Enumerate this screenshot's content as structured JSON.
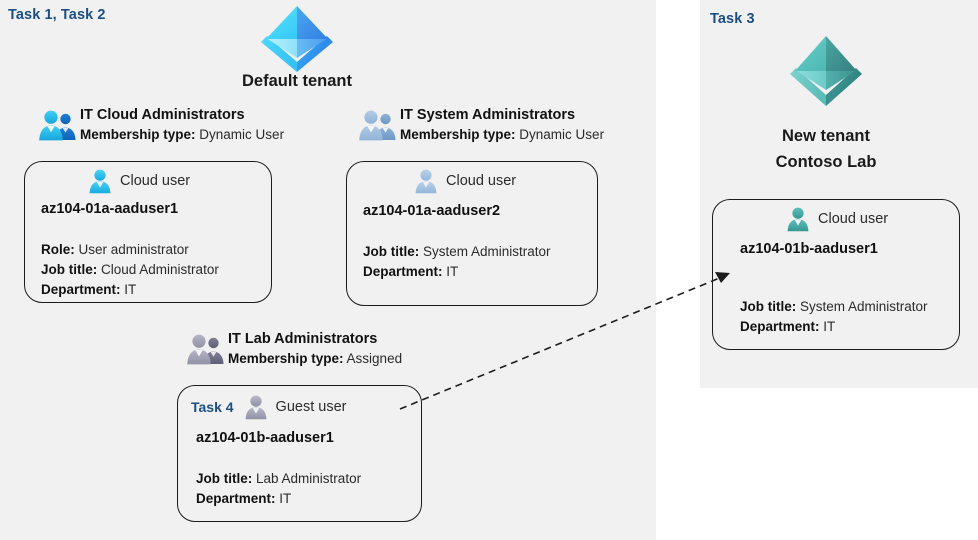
{
  "panels": {
    "left": {
      "task_label": "Task 1, Task 2"
    },
    "right": {
      "task_label": "Task 3"
    }
  },
  "tenants": [
    {
      "icon": "azure-tenant-icon",
      "title": "Default tenant",
      "accent": "#32b6f0"
    },
    {
      "icon": "azure-tenant-icon",
      "title_line1": "New  tenant",
      "title_line2": "Contoso Lab",
      "accent": "#4fb3ad"
    }
  ],
  "groups": [
    {
      "icon": "group-users-icon",
      "name": "IT Cloud Administrators",
      "meta_label": "Membership type:",
      "meta_value": "Dynamic User",
      "icon_tone": "blue"
    },
    {
      "icon": "group-users-icon",
      "name": "IT System Administrators",
      "meta_label": "Membership type:",
      "meta_value": "Dynamic User",
      "icon_tone": "steel"
    },
    {
      "icon": "group-users-icon",
      "name": "IT Lab Administrators",
      "meta_label": "Membership type:",
      "meta_value": "Assigned",
      "icon_tone": "gray"
    }
  ],
  "cards": [
    {
      "task": "",
      "user_icon": "cloud-user-icon",
      "head_label": "Cloud user",
      "username": "az104-01a-aaduser1",
      "attrs": [
        {
          "label": "Role:",
          "value": "User administrator"
        },
        {
          "label": "Job title:",
          "value": "Cloud Administrator"
        },
        {
          "label": "Department:",
          "value": "IT"
        }
      ]
    },
    {
      "task": "",
      "user_icon": "cloud-user-icon",
      "head_label": "Cloud user",
      "username": "az104-01a-aaduser2",
      "attrs": [
        {
          "label": "Job title:",
          "value": "System Administrator"
        },
        {
          "label": "Department:",
          "value": "IT"
        }
      ]
    },
    {
      "task": "Task 4",
      "user_icon": "guest-user-icon",
      "head_label": "Guest user",
      "username": "az104-01b-aaduser1",
      "attrs": [
        {
          "label": "Job title:",
          "value": "Lab Administrator"
        },
        {
          "label": "Department:",
          "value": "IT"
        }
      ]
    },
    {
      "task": "",
      "user_icon": "cloud-user-icon",
      "head_label": "Cloud user",
      "username": "az104-01b-aaduser1",
      "attrs": [
        {
          "label": "Job title:",
          "value": "System Administrator"
        },
        {
          "label": "Department:",
          "value": "IT"
        }
      ]
    }
  ],
  "connector": {
    "name": "guest-user-invite-arrow",
    "style": "dashed-arrow"
  },
  "colors": {
    "panel_background": "#f1f1f1",
    "page_background": "#ffffff",
    "task_label": "#1b4f82",
    "card_border": "#1c1c1c",
    "text_primary": "#111111",
    "text_secondary": "#2b2b2b"
  }
}
